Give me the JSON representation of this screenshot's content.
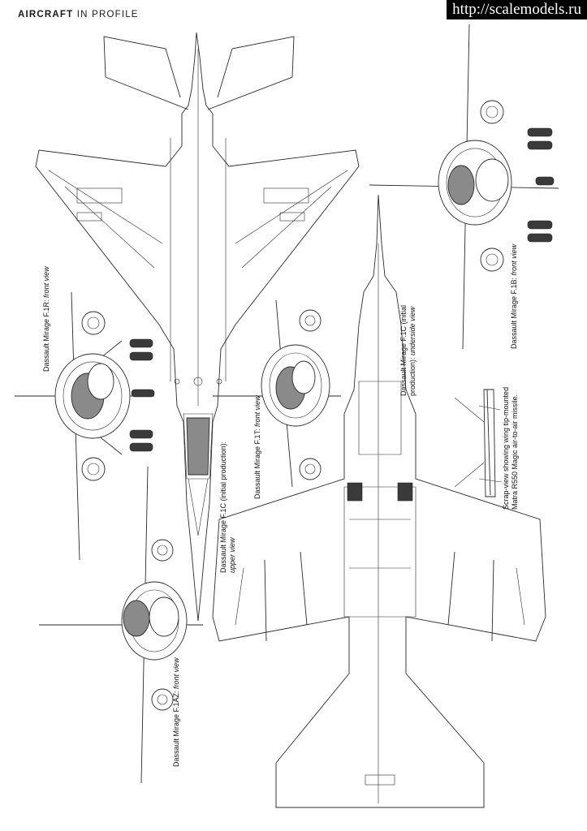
{
  "header": {
    "brand": "AIRCRAFT",
    "section": "IN PROFILE"
  },
  "watermark": "http://scalemodels.ru",
  "captions": {
    "f1r_front": {
      "name": "Dassault Mirage F.1R:",
      "view": "front view"
    },
    "f1c_upper": {
      "name": "Dassault Mirage F.1C (initial production):",
      "view": "upper view"
    },
    "f1t_front": {
      "name": "Dassault Mirage F.1T:",
      "view": "front view"
    },
    "f1c_under_l1": {
      "name": "Dassault Mirage F.1C (initial"
    },
    "f1c_under_l2": {
      "name": "production):",
      "view": "underside view"
    },
    "f1az_front": {
      "name": "Dassault Mirage F.1AZ:",
      "view": "front view"
    },
    "f1b_front": {
      "name": "Dassault Mirage F.1B:",
      "view": "front view"
    },
    "scrap_l1": "Scrap-view showing wing tip-mounted",
    "scrap_l2": "Matra R550 Magic air-to-air missile."
  },
  "colors": {
    "line": "#2a2a2a",
    "canopy": "#8a8a8a",
    "wheel": "#3a3a3a",
    "watermark_bg": "#000000"
  }
}
